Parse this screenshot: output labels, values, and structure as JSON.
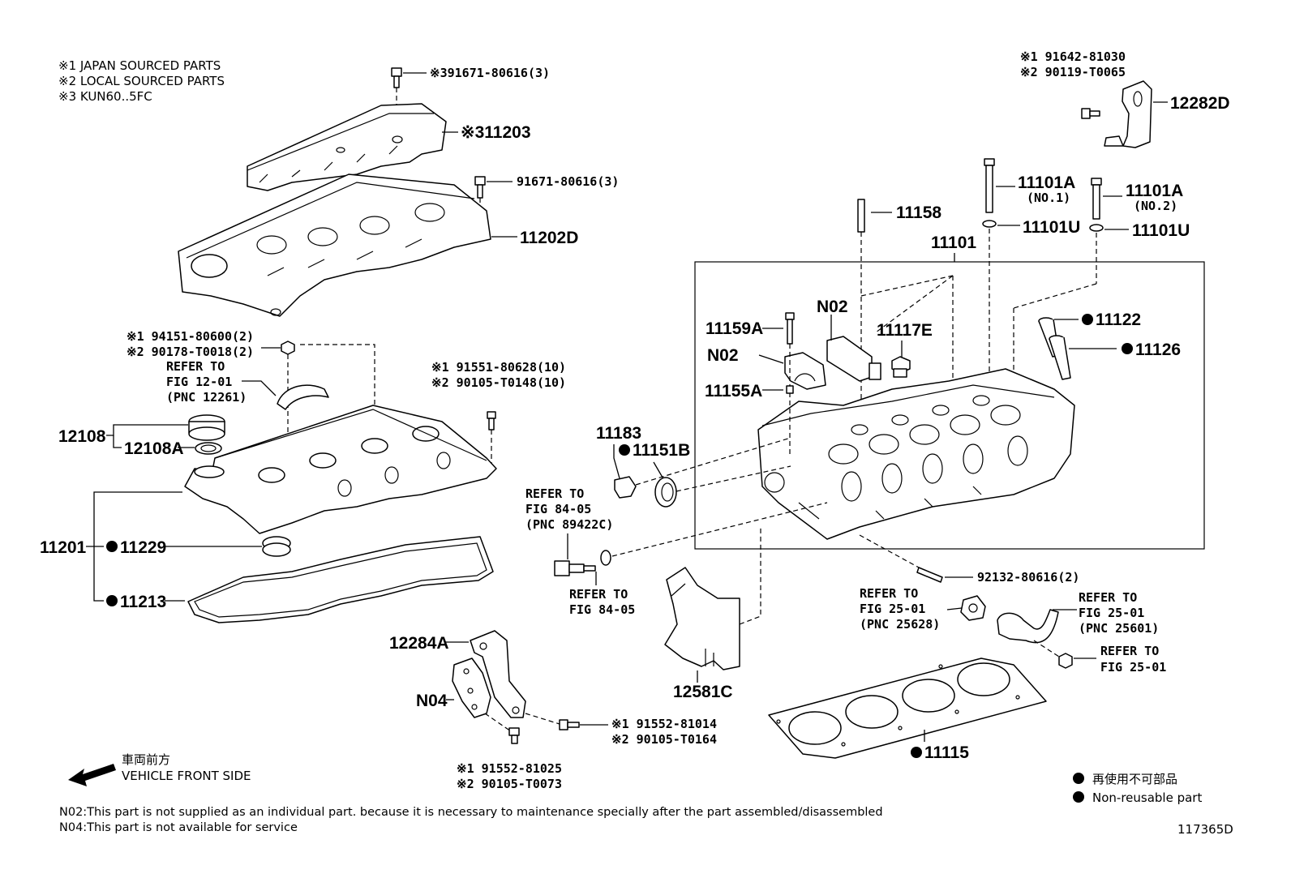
{
  "notes_top": [
    "※1 JAPAN SOURCED PARTS",
    "※2 LOCAL SOURCED PARTS",
    "※3 KUN60..5FC"
  ],
  "labels": {
    "p_91671_80616_3_top": "※391671-80616(3)",
    "p_11203": "※311203",
    "p_91671_80616_3": "91671-80616(3)",
    "p_11202D": "11202D",
    "p_94151": "※1 94151-80600(2)",
    "p_90178": "※2 90178-T0018(2)",
    "ref_12_01_a": "REFER TO",
    "ref_12_01_b": "FIG 12-01",
    "ref_12_01_c": "(PNC 12261)",
    "p_91551": "※1 91551-80628(10)",
    "p_90105_t0148": "※2 90105-T0148(10)",
    "p_12108": "12108",
    "p_12108A": "12108A",
    "p_11201": "11201",
    "p_11229": "11229",
    "p_11213": "11213",
    "p_12284A": "12284A",
    "p_N04": "N04",
    "p_91552_81014": "※1 91552-81014",
    "p_90105_t0164": "※2 90105-T0164",
    "p_91552_81025": "※1 91552-81025",
    "p_90105_t0073": "※2 90105-T0073",
    "p_91642": "※1 91642-81030",
    "p_90119": "※2 90119-T0065",
    "p_12282D": "12282D",
    "p_11101A_1": "11101A",
    "p_11101A_1_sub": "(NO.1)",
    "p_11101A_2": "11101A",
    "p_11101A_2_sub": "(NO.2)",
    "p_11158": "11158",
    "p_11101U_1": "11101U",
    "p_11101U_2": "11101U",
    "p_11101": "11101",
    "p_N02_a": "N02",
    "p_N02_b": "N02",
    "p_11159A": "11159A",
    "p_11117E": "11117E",
    "p_11155A": "11155A",
    "p_11122": "11122",
    "p_11126": "11126",
    "p_11183": "11183",
    "p_11151B": "11151B",
    "ref_84_05_a1": "REFER TO",
    "ref_84_05_a2": "FIG 84-05",
    "ref_84_05_a3": "(PNC 89422C)",
    "ref_84_05_b1": "REFER TO",
    "ref_84_05_b2": "FIG 84-05",
    "p_92132": "92132-80616(2)",
    "ref_25_01_a1": "REFER TO",
    "ref_25_01_a2": "FIG 25-01",
    "ref_25_01_a3": "(PNC 25628)",
    "ref_25_01_b1": "REFER TO",
    "ref_25_01_b2": "FIG 25-01",
    "ref_25_01_b3": "(PNC 25601)",
    "ref_25_01_c1": "REFER TO",
    "ref_25_01_c2": "FIG 25-01",
    "p_12581C": "12581C",
    "p_11115": "11115",
    "front_jp": "車両前方",
    "front_en": "VEHICLE FRONT SIDE",
    "legend_jp": "再使用不可部品",
    "legend_en": "Non-reusable part",
    "note_n02": "N02:This part is not supplied as an individual part. because it is necessary to maintenance specially after the part assembled/disassembled",
    "note_n04": "N04:This part is not available for service",
    "fig_id": "117365D"
  }
}
